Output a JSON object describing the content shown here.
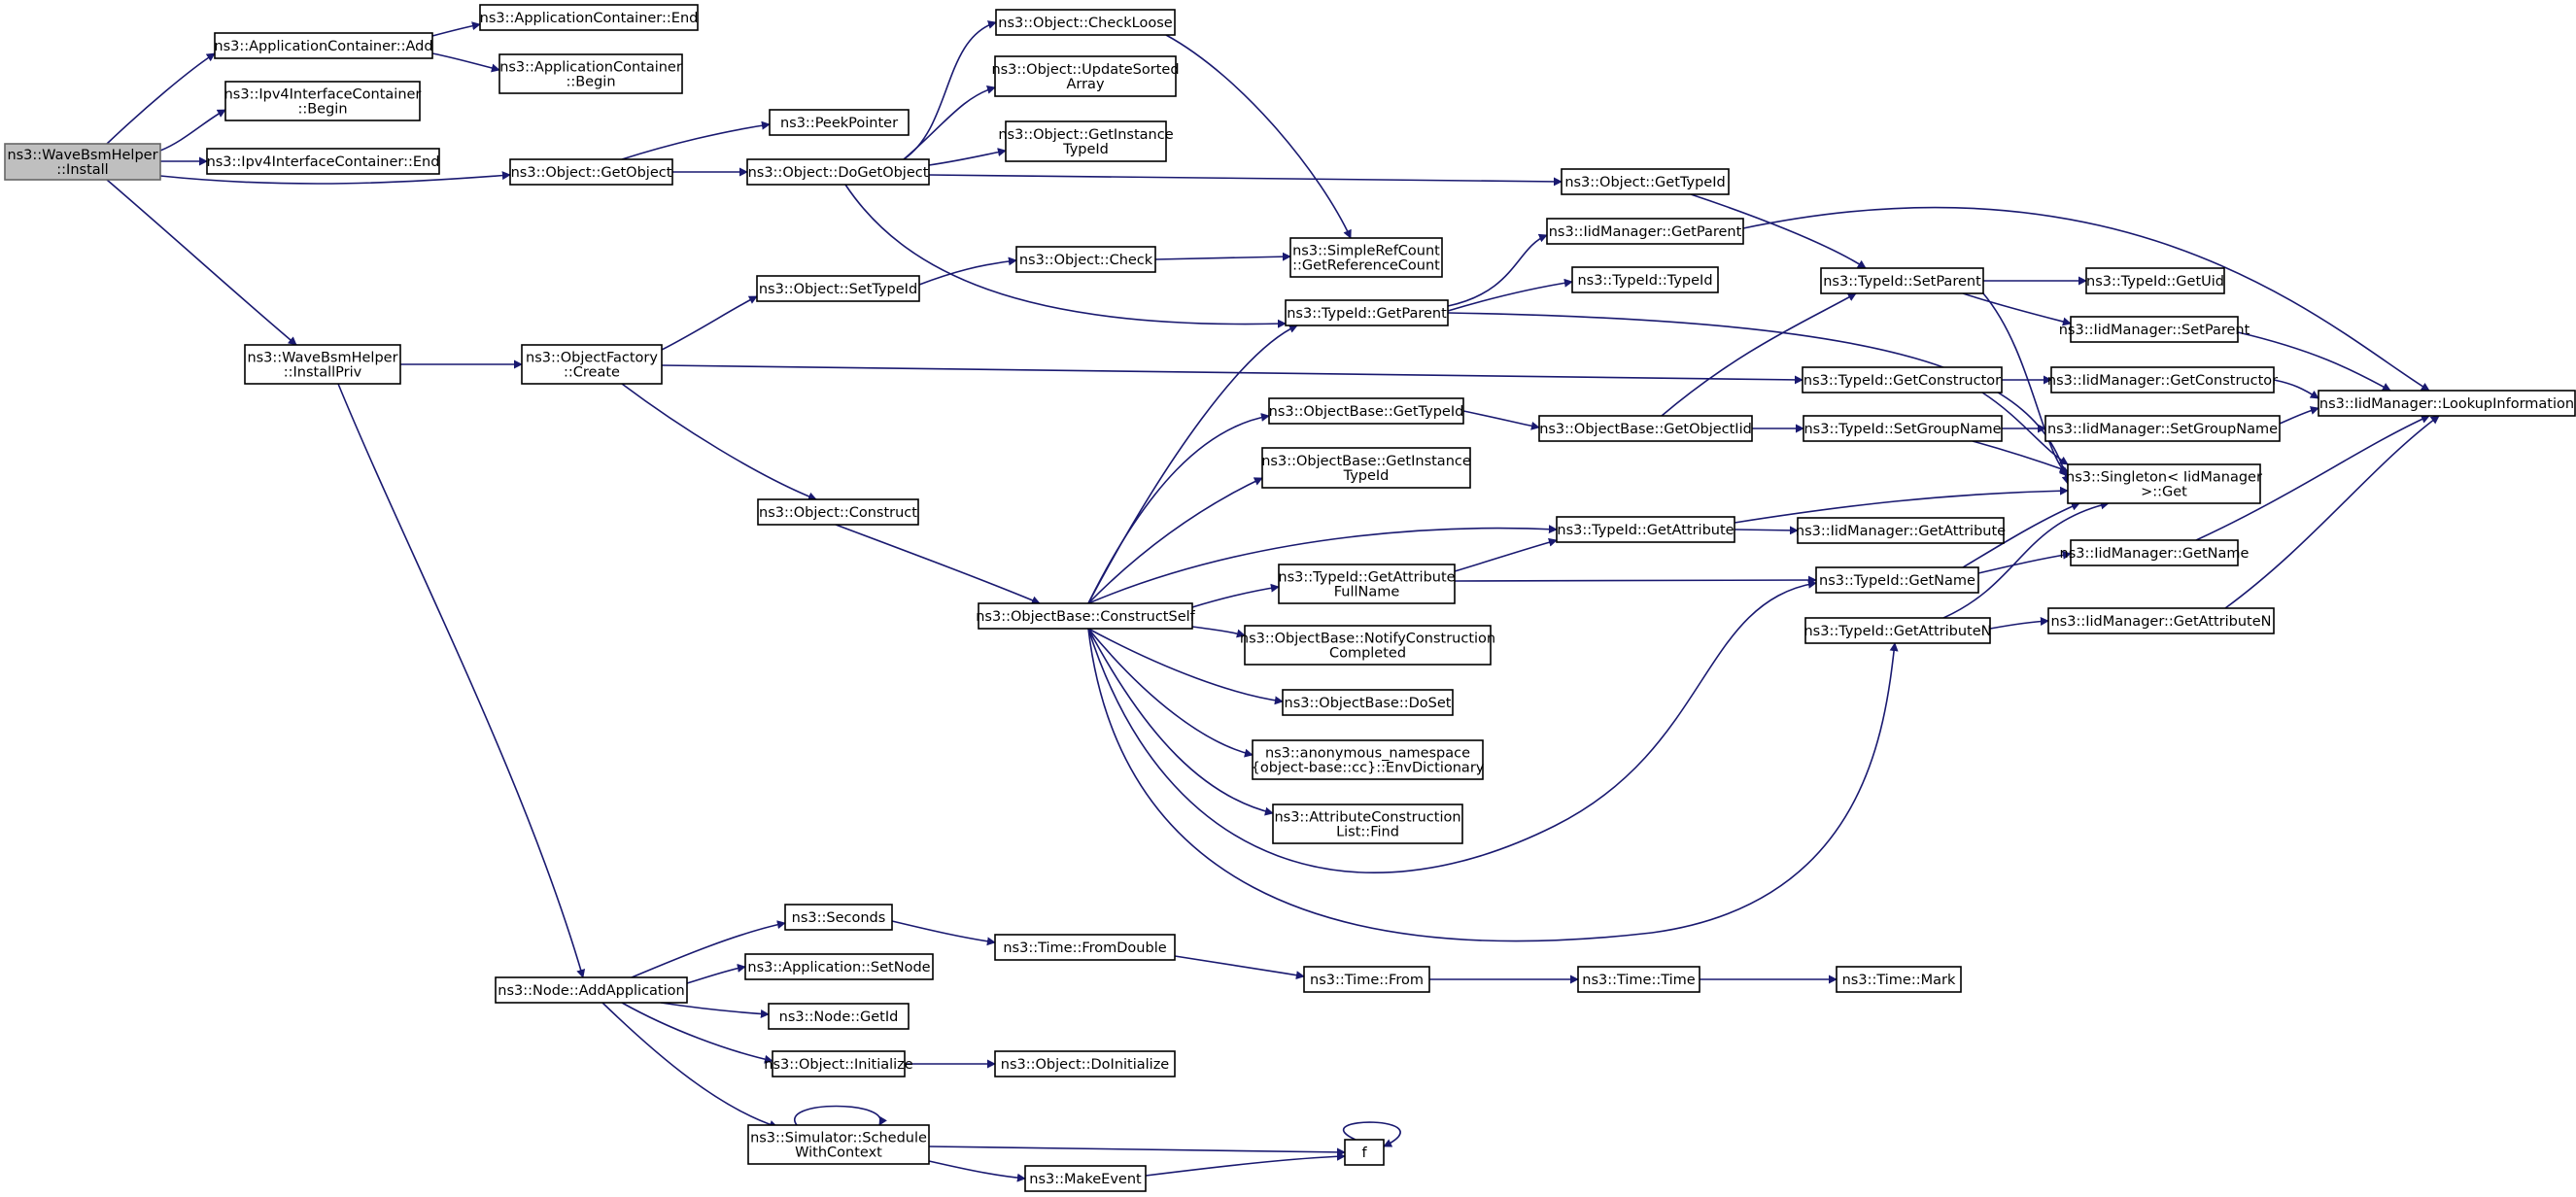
{
  "colors": {
    "edge": "#191970",
    "root_fill": "#bfbfbf",
    "node_fill": "#ffffff",
    "border": "#000000"
  },
  "nodes": {
    "wave_install": [
      "ns3::WaveBsmHelper",
      "::Install"
    ],
    "appc_add": [
      "ns3::ApplicationContainer::Add"
    ],
    "appc_end": [
      "ns3::ApplicationContainer::End"
    ],
    "appc_begin": [
      "ns3::ApplicationContainer",
      "::Begin"
    ],
    "ipv4_begin": [
      "ns3::Ipv4InterfaceContainer",
      "::Begin"
    ],
    "ipv4_end": [
      "ns3::Ipv4InterfaceContainer::End"
    ],
    "obj_getobject": [
      "ns3::Object::GetObject"
    ],
    "peek_pointer": [
      "ns3::PeekPointer"
    ],
    "obj_dogetobject": [
      "ns3::Object::DoGetObject"
    ],
    "obj_checkloose": [
      "ns3::Object::CheckLoose"
    ],
    "obj_updatesorted": [
      "ns3::Object::UpdateSorted",
      "Array"
    ],
    "obj_getinstance": [
      "ns3::Object::GetInstance",
      "TypeId"
    ],
    "obj_gettypeid": [
      "ns3::Object::GetTypeId"
    ],
    "simplerefcount": [
      "ns3::SimpleRefCount",
      "::GetReferenceCount"
    ],
    "obj_check": [
      "ns3::Object::Check"
    ],
    "obj_settypeid": [
      "ns3::Object::SetTypeId"
    ],
    "wave_installpriv": [
      "ns3::WaveBsmHelper",
      "::InstallPriv"
    ],
    "objfactory_create": [
      "ns3::ObjectFactory",
      "::Create"
    ],
    "iid_getparent": [
      "ns3::IidManager::GetParent"
    ],
    "typeid_typeid": [
      "ns3::TypeId::TypeId"
    ],
    "typeid_getparent": [
      "ns3::TypeId::GetParent"
    ],
    "typeid_setparent": [
      "ns3::TypeId::SetParent"
    ],
    "typeid_getuid": [
      "ns3::TypeId::GetUid"
    ],
    "iid_setparent": [
      "ns3::IidManager::SetParent"
    ],
    "typeid_getconstructor": [
      "ns3::TypeId::GetConstructor"
    ],
    "iid_getconstructor": [
      "ns3::IidManager::GetConstructor"
    ],
    "iid_lookup": [
      "ns3::IidManager::LookupInformation"
    ],
    "objbase_gettypeid": [
      "ns3::ObjectBase::GetTypeId"
    ],
    "objbase_getobjectiid": [
      "ns3::ObjectBase::GetObjectIid"
    ],
    "typeid_setgroupname": [
      "ns3::TypeId::SetGroupName"
    ],
    "iid_setgroupname": [
      "ns3::IidManager::SetGroupName"
    ],
    "objbase_getinstance": [
      "ns3::ObjectBase::GetInstance",
      "TypeId"
    ],
    "singleton_get": [
      "ns3::Singleton< IidManager",
      " >::Get"
    ],
    "obj_construct": [
      "ns3::Object::Construct"
    ],
    "typeid_getattribute": [
      "ns3::TypeId::GetAttribute"
    ],
    "iid_getattribute": [
      "ns3::IidManager::GetAttribute"
    ],
    "typeid_getattrfull": [
      "ns3::TypeId::GetAttribute",
      "FullName"
    ],
    "typeid_getname": [
      "ns3::TypeId::GetName"
    ],
    "iid_getname": [
      "ns3::IidManager::GetName"
    ],
    "objbase_constructself": [
      "ns3::ObjectBase::ConstructSelf"
    ],
    "typeid_getattributen": [
      "ns3::TypeId::GetAttributeN"
    ],
    "iid_getattributen": [
      "ns3::IidManager::GetAttributeN"
    ],
    "objbase_notify": [
      "ns3::ObjectBase::NotifyConstruction",
      "Completed"
    ],
    "objbase_doset": [
      "ns3::ObjectBase::DoSet"
    ],
    "anon_envdict": [
      "ns3::anonymous_namespace",
      "{object-base::cc}::EnvDictionary"
    ],
    "attr_find": [
      "ns3::AttributeConstruction",
      "List::Find"
    ],
    "seconds": [
      "ns3::Seconds"
    ],
    "time_fromdouble": [
      "ns3::Time::FromDouble"
    ],
    "app_setnode": [
      "ns3::Application::SetNode"
    ],
    "node_addapp": [
      "ns3::Node::AddApplication"
    ],
    "time_from": [
      "ns3::Time::From"
    ],
    "time_time": [
      "ns3::Time::Time"
    ],
    "time_mark": [
      "ns3::Time::Mark"
    ],
    "node_getid": [
      "ns3::Node::GetId"
    ],
    "obj_initialize": [
      "ns3::Object::Initialize"
    ],
    "obj_doinitialize": [
      "ns3::Object::DoInitialize"
    ],
    "sim_schedule": [
      "ns3::Simulator::Schedule",
      "WithContext"
    ],
    "f": [
      "f"
    ],
    "makeevent": [
      "ns3::MakeEvent"
    ]
  },
  "edges": [
    [
      "wave_install",
      "appc_add"
    ],
    [
      "wave_install",
      "ipv4_begin"
    ],
    [
      "wave_install",
      "ipv4_end"
    ],
    [
      "wave_install",
      "obj_getobject"
    ],
    [
      "wave_install",
      "wave_installpriv"
    ],
    [
      "appc_add",
      "appc_end"
    ],
    [
      "appc_add",
      "appc_begin"
    ],
    [
      "obj_getobject",
      "peek_pointer"
    ],
    [
      "obj_getobject",
      "obj_dogetobject"
    ],
    [
      "obj_dogetobject",
      "obj_checkloose"
    ],
    [
      "obj_dogetobject",
      "obj_updatesorted"
    ],
    [
      "obj_dogetobject",
      "obj_getinstance"
    ],
    [
      "obj_dogetobject",
      "obj_gettypeid"
    ],
    [
      "obj_dogetobject",
      "typeid_getparent"
    ],
    [
      "obj_checkloose",
      "simplerefcount"
    ],
    [
      "obj_check",
      "simplerefcount"
    ],
    [
      "obj_settypeid",
      "obj_check"
    ],
    [
      "obj_gettypeid",
      "typeid_setparent"
    ],
    [
      "wave_installpriv",
      "objfactory_create"
    ],
    [
      "wave_installpriv",
      "node_addapp"
    ],
    [
      "objfactory_create",
      "obj_settypeid"
    ],
    [
      "objfactory_create",
      "typeid_getconstructor"
    ],
    [
      "objfactory_create",
      "obj_construct"
    ],
    [
      "typeid_getparent",
      "iid_getparent"
    ],
    [
      "typeid_getparent",
      "typeid_typeid"
    ],
    [
      "typeid_getparent",
      "singleton_get"
    ],
    [
      "iid_getparent",
      "iid_lookup"
    ],
    [
      "typeid_setparent",
      "typeid_getuid"
    ],
    [
      "typeid_setparent",
      "iid_setparent"
    ],
    [
      "typeid_setparent",
      "singleton_get"
    ],
    [
      "iid_setparent",
      "iid_lookup"
    ],
    [
      "typeid_getconstructor",
      "iid_getconstructor"
    ],
    [
      "typeid_getconstructor",
      "singleton_get"
    ],
    [
      "iid_getconstructor",
      "iid_lookup"
    ],
    [
      "objbase_gettypeid",
      "objbase_getobjectiid"
    ],
    [
      "objbase_getobjectiid",
      "typeid_setparent"
    ],
    [
      "objbase_getobjectiid",
      "typeid_setgroupname"
    ],
    [
      "typeid_setgroupname",
      "iid_setgroupname"
    ],
    [
      "typeid_setgroupname",
      "singleton_get"
    ],
    [
      "iid_setgroupname",
      "iid_lookup"
    ],
    [
      "obj_construct",
      "objbase_constructself"
    ],
    [
      "objbase_constructself",
      "typeid_getparent"
    ],
    [
      "objbase_constructself",
      "objbase_gettypeid"
    ],
    [
      "objbase_constructself",
      "objbase_getinstance"
    ],
    [
      "objbase_constructself",
      "typeid_getattribute"
    ],
    [
      "objbase_constructself",
      "typeid_getattrfull"
    ],
    [
      "objbase_constructself",
      "objbase_notify"
    ],
    [
      "objbase_constructself",
      "objbase_doset"
    ],
    [
      "objbase_constructself",
      "anon_envdict"
    ],
    [
      "objbase_constructself",
      "attr_find"
    ],
    [
      "objbase_constructself",
      "typeid_getname"
    ],
    [
      "objbase_constructself",
      "typeid_getattributen"
    ],
    [
      "typeid_getattribute",
      "iid_getattribute"
    ],
    [
      "typeid_getattribute",
      "singleton_get"
    ],
    [
      "typeid_getattrfull",
      "typeid_getattribute"
    ],
    [
      "typeid_getattrfull",
      "typeid_getname"
    ],
    [
      "typeid_getname",
      "iid_getname"
    ],
    [
      "typeid_getname",
      "singleton_get"
    ],
    [
      "iid_getname",
      "iid_lookup"
    ],
    [
      "typeid_getattributen",
      "iid_getattributen"
    ],
    [
      "typeid_getattributen",
      "singleton_get"
    ],
    [
      "iid_getattributen",
      "iid_lookup"
    ],
    [
      "node_addapp",
      "seconds"
    ],
    [
      "node_addapp",
      "app_setnode"
    ],
    [
      "node_addapp",
      "node_getid"
    ],
    [
      "node_addapp",
      "obj_initialize"
    ],
    [
      "node_addapp",
      "sim_schedule"
    ],
    [
      "seconds",
      "time_fromdouble"
    ],
    [
      "time_fromdouble",
      "time_from"
    ],
    [
      "time_from",
      "time_time"
    ],
    [
      "time_time",
      "time_mark"
    ],
    [
      "obj_initialize",
      "obj_doinitialize"
    ],
    [
      "sim_schedule",
      "sim_schedule"
    ],
    [
      "sim_schedule",
      "f"
    ],
    [
      "sim_schedule",
      "makeevent"
    ],
    [
      "f",
      "f"
    ],
    [
      "makeevent",
      "f"
    ]
  ]
}
